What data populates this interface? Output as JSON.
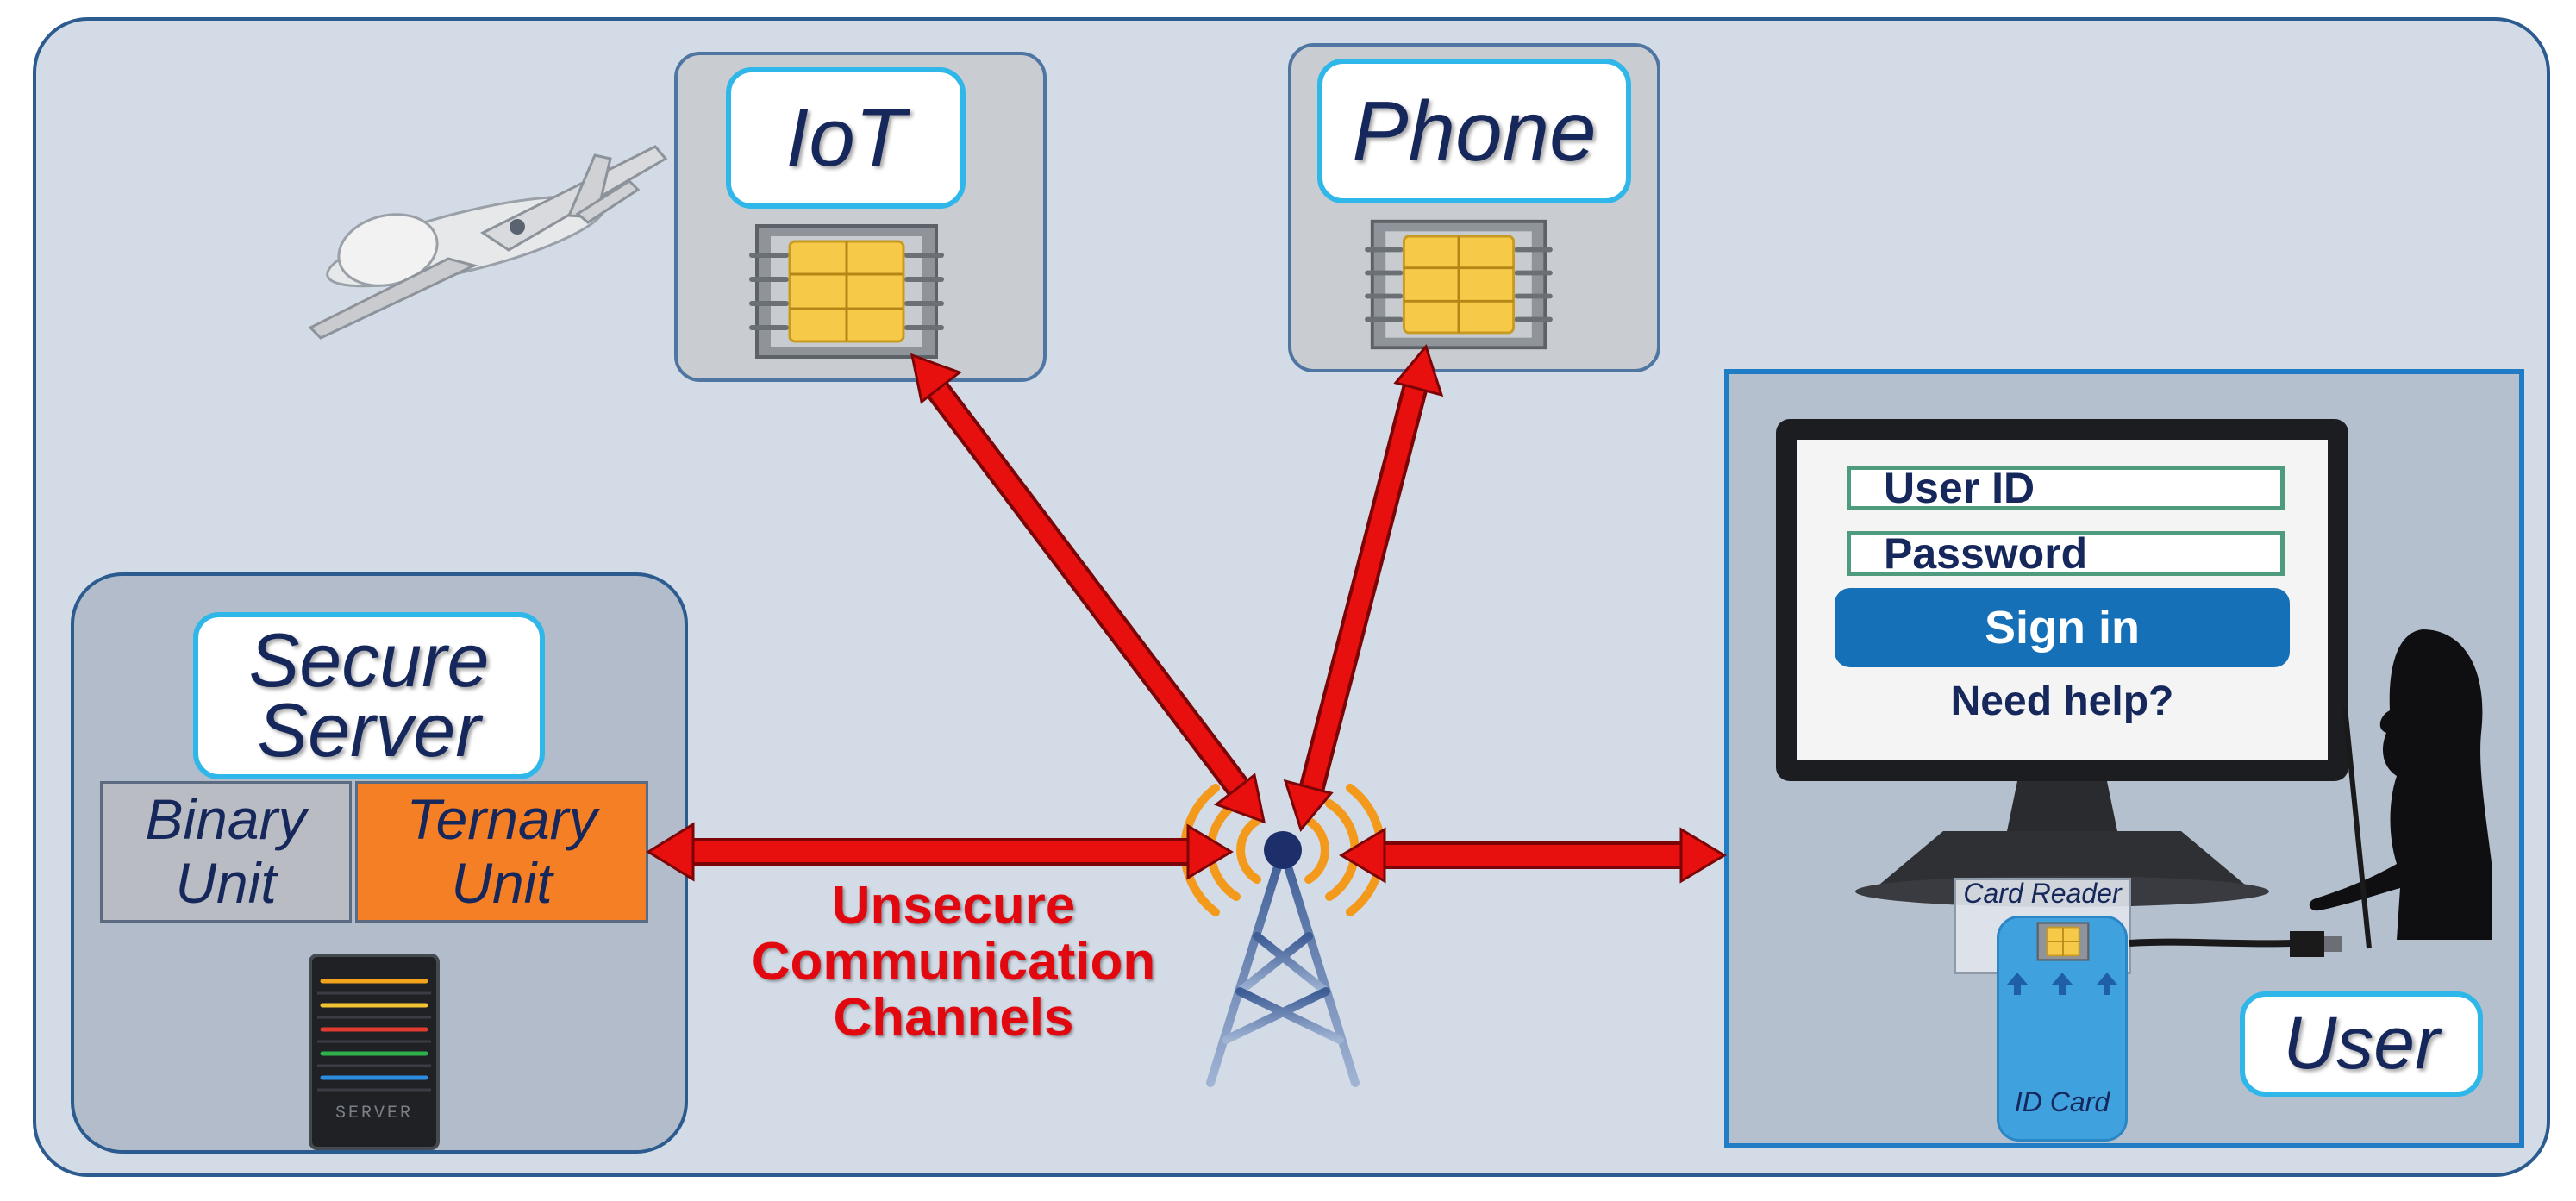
{
  "nodes": {
    "iot": "IoT",
    "phone": "Phone",
    "secure_server_line1": "Secure",
    "secure_server_line2": "Server",
    "binary_unit_line1": "Binary",
    "binary_unit_line2": "Unit",
    "ternary_unit_line1": "Ternary",
    "ternary_unit_line2": "Unit",
    "user": "User"
  },
  "channels": {
    "line1": "Unsecure",
    "line2": "Communication",
    "line3": "Channels"
  },
  "login": {
    "user_id": "User ID",
    "password": "Password",
    "sign_in": "Sign in",
    "need_help": "Need help?"
  },
  "devices": {
    "card_reader": "Card Reader",
    "id_card": "ID Card",
    "server_label": "SERVER"
  },
  "colors": {
    "arrow": "#e8100f",
    "label_border": "#2fb7ea",
    "label_text": "#16275b",
    "ternary_fill": "#f57f25",
    "binary_fill": "#b9bcc2",
    "sign_in_fill": "#1570b8"
  }
}
